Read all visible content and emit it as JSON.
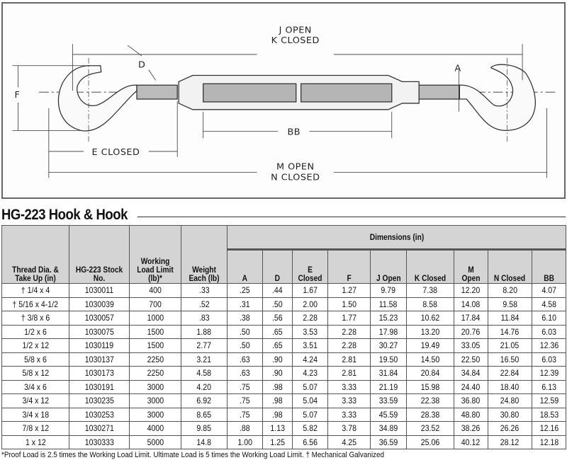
{
  "diagram": {
    "labels": {
      "j_open": "J OPEN",
      "k_closed": "K CLOSED",
      "d": "D",
      "f": "F",
      "a": "A",
      "bb": "BB",
      "e_closed": "E CLOSED",
      "m_open": "M OPEN",
      "n_closed": "N CLOSED"
    }
  },
  "title": "HG-223 Hook & Hook",
  "table": {
    "headers": {
      "thread": "Thread Dia. & Take Up (in)",
      "stock": "HG-223 Stock No.",
      "wll": "Working Load Limit (lb)*",
      "weight": "Weight Each (lb)",
      "dimensions": "Dimensions (in)",
      "dims": [
        "A",
        "D",
        "E Closed",
        "F",
        "J Open",
        "K Closed",
        "M Open",
        "N Closed",
        "BB"
      ]
    },
    "rows": [
      [
        "† 1/4 x 4",
        "1030011",
        "400",
        ".33",
        ".25",
        ".44",
        "1.67",
        "1.27",
        "9.79",
        "7.38",
        "12.20",
        "8.20",
        "4.07"
      ],
      [
        "† 5/16 x 4-1/2",
        "1030039",
        "700",
        ".52",
        ".31",
        ".50",
        "2.00",
        "1.50",
        "11.58",
        "8.58",
        "14.08",
        "9.58",
        "4.58"
      ],
      [
        "† 3/8 x 6",
        "1030057",
        "1000",
        ".83",
        ".38",
        ".56",
        "2.28",
        "1.77",
        "15.23",
        "10.62",
        "17.84",
        "11.84",
        "6.10"
      ],
      [
        "1/2 x 6",
        "1030075",
        "1500",
        "1.88",
        ".50",
        ".65",
        "3.53",
        "2.28",
        "17.98",
        "13.20",
        "20.76",
        "14.76",
        "6.03"
      ],
      [
        "1/2 x 12",
        "1030119",
        "1500",
        "2.77",
        ".50",
        ".65",
        "3.51",
        "2.28",
        "30.27",
        "19.49",
        "33.05",
        "21.05",
        "12.36"
      ],
      [
        "5/8 x 6",
        "1030137",
        "2250",
        "3.21",
        ".63",
        ".90",
        "4.24",
        "2.81",
        "19.50",
        "14.50",
        "22.50",
        "16.50",
        "6.03"
      ],
      [
        "5/8 x 12",
        "1030173",
        "2250",
        "4.58",
        ".63",
        ".90",
        "4.23",
        "2.81",
        "31.84",
        "20.84",
        "34.84",
        "22.84",
        "12.39"
      ],
      [
        "3/4 x 6",
        "1030191",
        "3000",
        "4.20",
        ".75",
        ".98",
        "5.07",
        "3.33",
        "21.19",
        "15.98",
        "24.40",
        "18.40",
        "6.13"
      ],
      [
        "3/4 x 12",
        "1030235",
        "3000",
        "6.92",
        ".75",
        ".98",
        "5.04",
        "3.33",
        "33.59",
        "22.38",
        "36.80",
        "24.80",
        "12.59"
      ],
      [
        "3/4 x 18",
        "1030253",
        "3000",
        "8.65",
        ".75",
        ".98",
        "5.07",
        "3.33",
        "45.59",
        "28.38",
        "48.80",
        "30.80",
        "18.53"
      ],
      [
        "7/8 x 12",
        "1030271",
        "4000",
        "9.85",
        ".88",
        "1.13",
        "5.82",
        "3.78",
        "34.89",
        "23.52",
        "38.26",
        "26.26",
        "12.16"
      ],
      [
        "1 x 12",
        "1030333",
        "5000",
        "14.8",
        "1.00",
        "1.25",
        "6.56",
        "4.25",
        "36.59",
        "25.06",
        "40.12",
        "28.12",
        "12.18"
      ]
    ]
  },
  "footnote": "*Proof Load is 2.5 times the Working Load Limit. Ultimate Load is 5 times the Working Load Limit. † Mechanical Galvanized"
}
